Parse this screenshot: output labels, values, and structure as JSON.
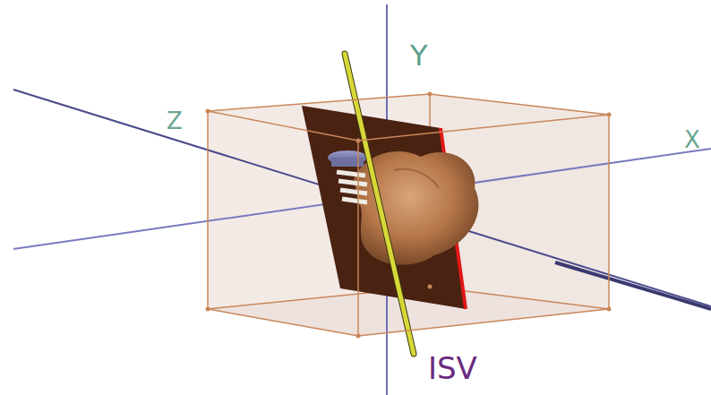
{
  "diagram": {
    "labels": [
      "Y",
      "Z",
      "X",
      "ISV"
    ]
  }
}
